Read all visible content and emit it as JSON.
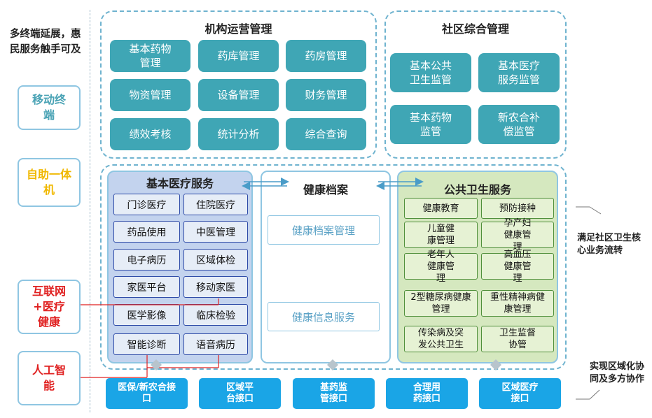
{
  "intro": "多终端延展，惠民服务触手可及",
  "terminals": {
    "mobile": "移动终端",
    "kiosk": "自助一体机"
  },
  "ai_labels": {
    "internet": "互联网+医疗健康",
    "ai": "人工智能"
  },
  "institution": {
    "title": "机构运营管理",
    "items": [
      "基本药物管理",
      "药库管理",
      "药房管理",
      "物资管理",
      "设备管理",
      "财务管理",
      "绩效考核",
      "统计分析",
      "综合查询"
    ]
  },
  "community": {
    "title": "社区综合管理",
    "items": [
      "基本公共卫生监管",
      "基本医疗服务监管",
      "基本药物监管",
      "新农合补偿监管"
    ]
  },
  "medical": {
    "title": "基本医疗服务",
    "items": [
      "门诊医疗",
      "住院医疗",
      "药品使用",
      "中医管理",
      "电子病历",
      "区域体检",
      "家医平台",
      "移动家医",
      "医学影像",
      "临床检验",
      "智能诊断",
      "语音病历"
    ]
  },
  "health_records": {
    "title": "健康档案",
    "items": [
      "健康档案管理",
      "健康信息服务"
    ]
  },
  "public_health": {
    "title": "公共卫生服务",
    "items": [
      "健康教育",
      "预防接种",
      "儿童健康管理",
      "孕产妇健康管理",
      "老年人健康管理",
      "高血压健康管理",
      "2型糖尿病健康管理",
      "重性精神病健康管理",
      "传染病及突发公共卫生",
      "卫生监督协管"
    ]
  },
  "interfaces": [
    "医保/新农合接口",
    "区域平台接口",
    "基药监管接口",
    "合理用药接口",
    "区域医疗接口"
  ],
  "notes": {
    "core": "满足社区卫生核心业务流转",
    "regional": "实现区域化协同及多方协作"
  },
  "colors": {
    "teal": "#3fa6b5",
    "interface_blue": "#1aa5e6",
    "dash_border": "#6fb3cf",
    "medical_bg": "#c3d3ee",
    "public_bg": "#d5e8bf",
    "red": "#e02020",
    "yellow": "#f0b800",
    "teal_text": "#4aa3b5"
  }
}
